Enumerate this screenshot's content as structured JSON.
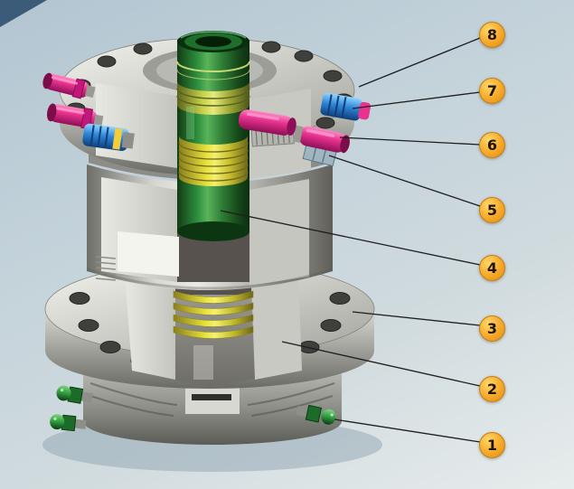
{
  "figure": {
    "title": "Wellhead casing head cutaway with numbered callouts",
    "type": "cutaway-technical-diagram"
  },
  "callouts": [
    {
      "label": "8"
    },
    {
      "label": "7"
    },
    {
      "label": "6"
    },
    {
      "label": "5"
    },
    {
      "label": "4"
    },
    {
      "label": "3"
    },
    {
      "label": "2"
    },
    {
      "label": "1"
    }
  ],
  "colors": {
    "background": "#c3d2da",
    "callout_fill": "#f2a52b",
    "callout_text": "#221505",
    "leader_line": "#1e1e1e",
    "metal_gray": "#b8b8b2",
    "mandrel_green": "#2e8f3e",
    "seal_yellow": "#ded832",
    "plug_pink": "#e8328f",
    "fitting_blue": "#2f86d6",
    "fitting_green": "#2f9c3f"
  }
}
